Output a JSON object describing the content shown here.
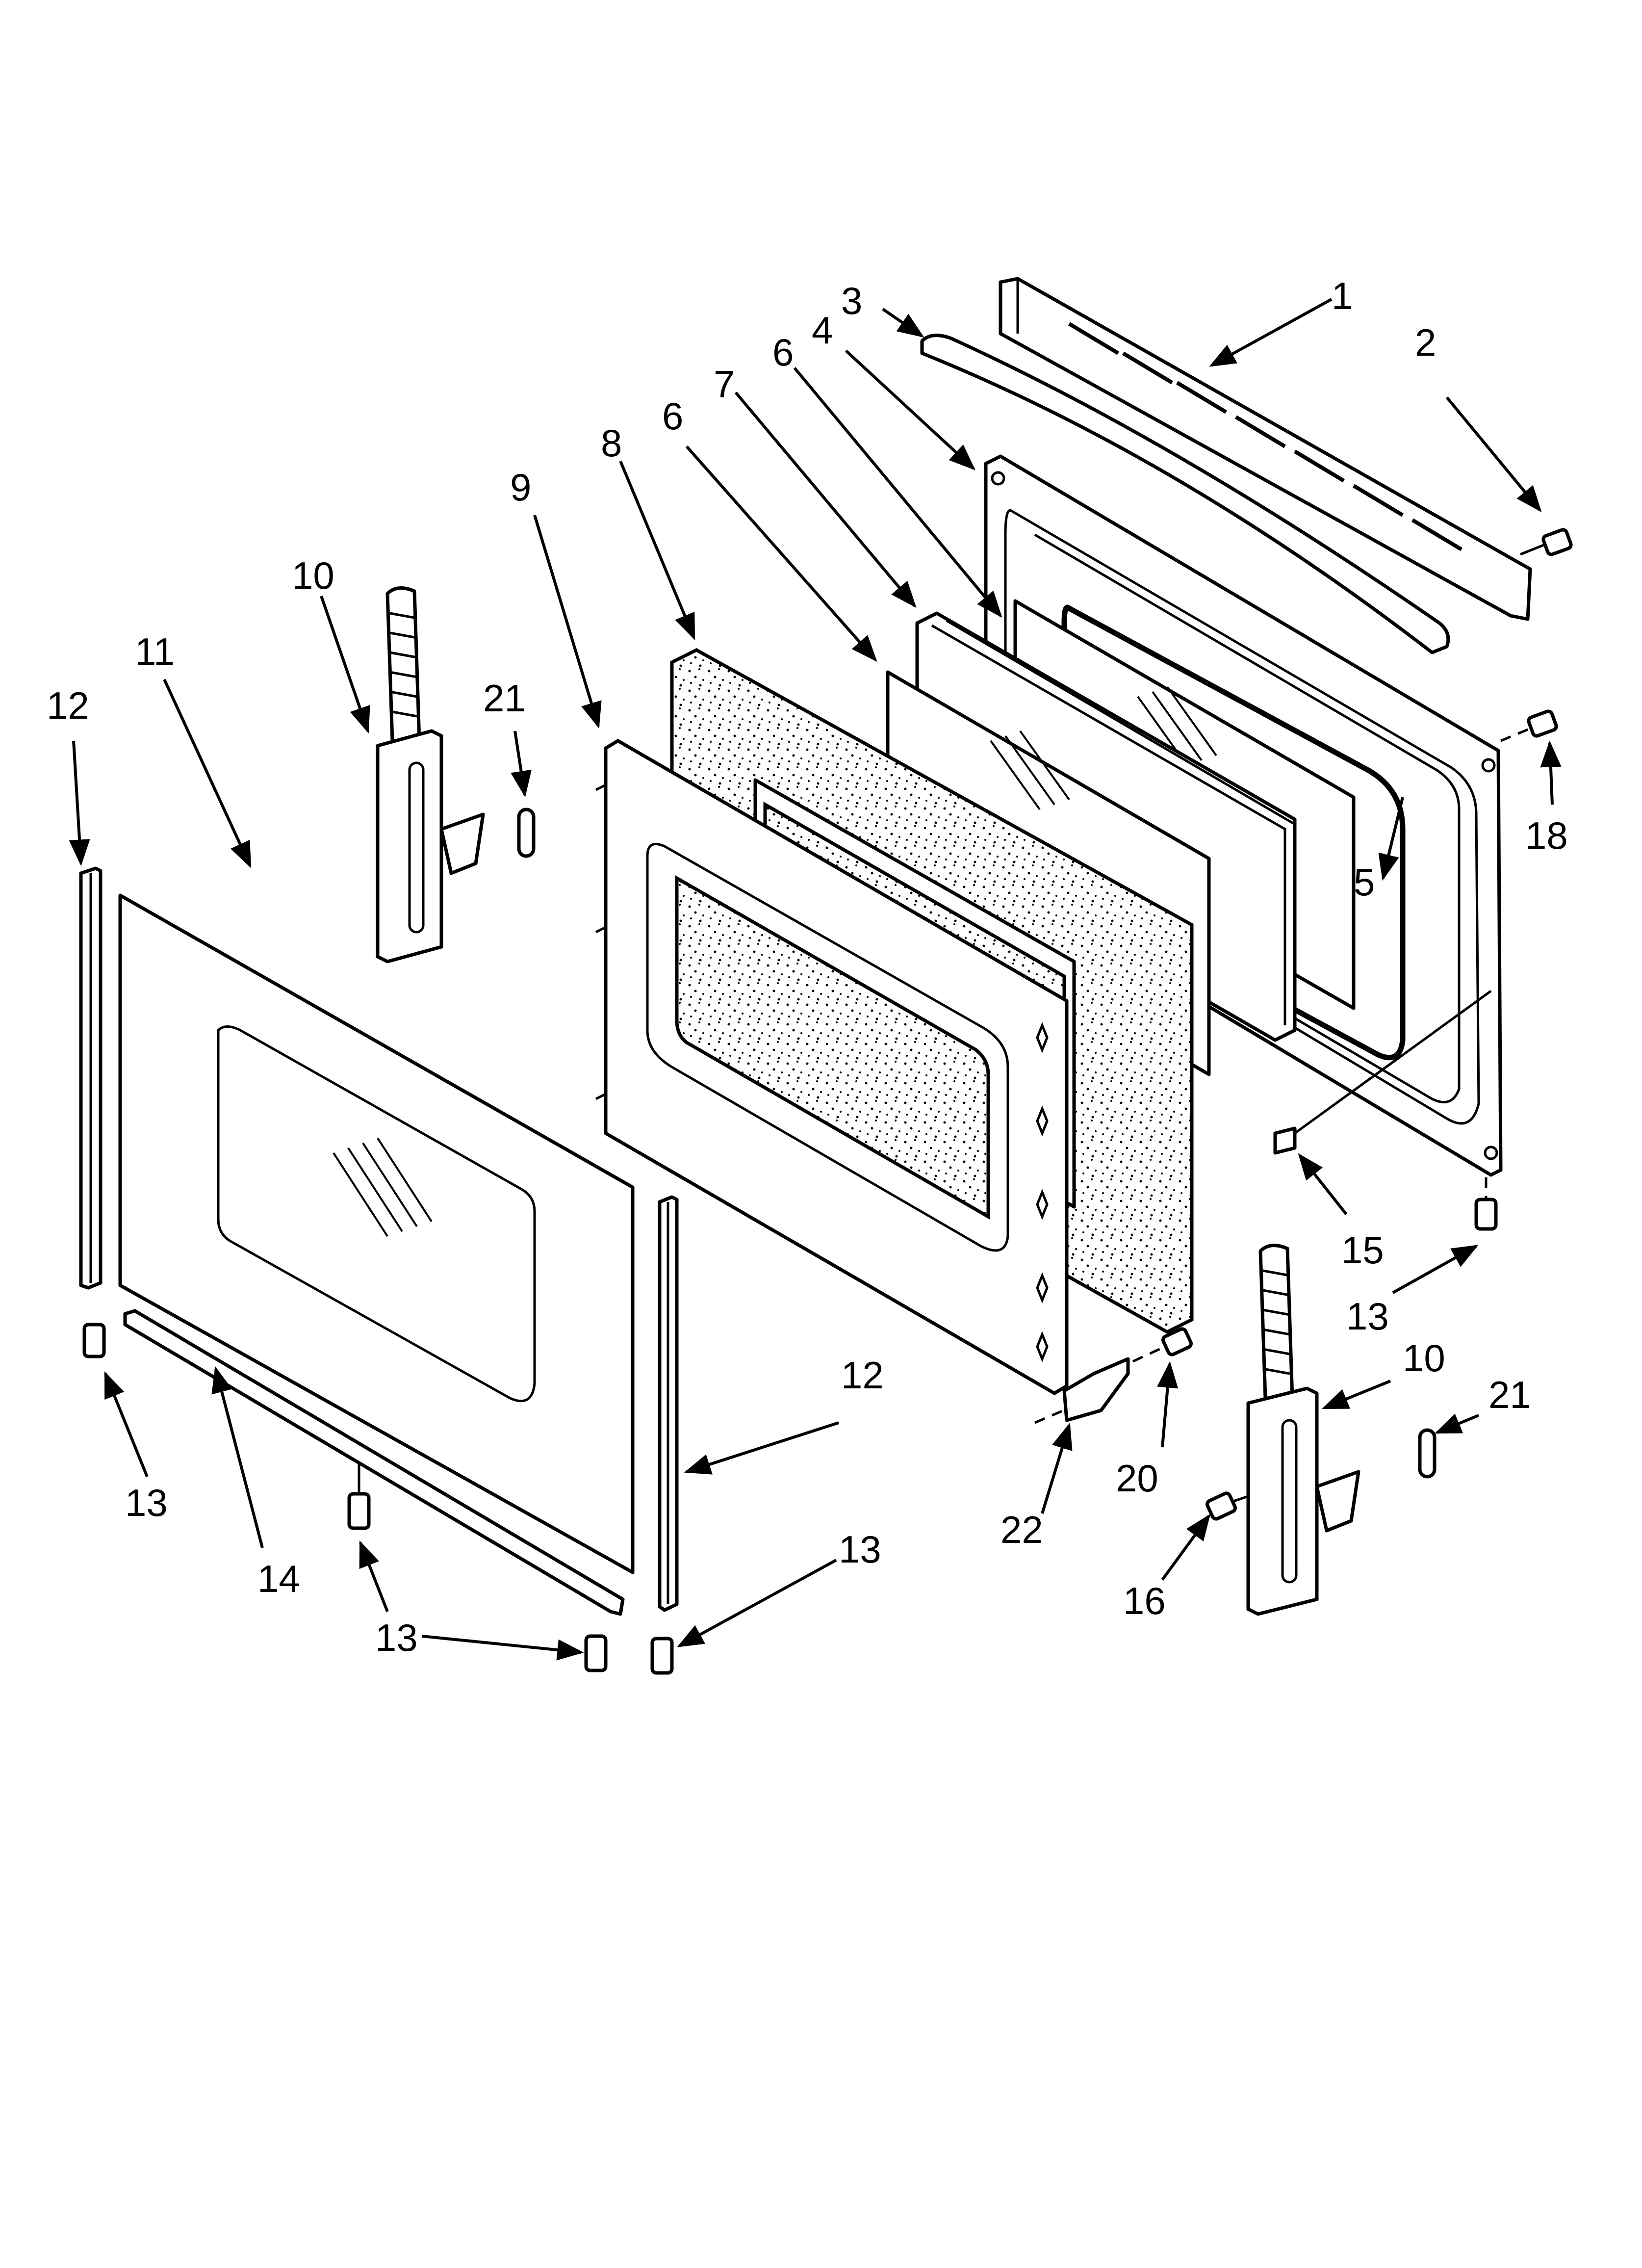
{
  "callouts": [
    {
      "id": "c1",
      "label": "1"
    },
    {
      "id": "c2",
      "label": "2"
    },
    {
      "id": "c3",
      "label": "3"
    },
    {
      "id": "c4",
      "label": "4"
    },
    {
      "id": "c5",
      "label": "5"
    },
    {
      "id": "c6a",
      "label": "6"
    },
    {
      "id": "c6b",
      "label": "6"
    },
    {
      "id": "c7",
      "label": "7"
    },
    {
      "id": "c8",
      "label": "8"
    },
    {
      "id": "c9",
      "label": "9"
    },
    {
      "id": "c10a",
      "label": "10"
    },
    {
      "id": "c10b",
      "label": "10"
    },
    {
      "id": "c11",
      "label": "11"
    },
    {
      "id": "c12a",
      "label": "12"
    },
    {
      "id": "c12b",
      "label": "12"
    },
    {
      "id": "c13a",
      "label": "13"
    },
    {
      "id": "c13b",
      "label": "13"
    },
    {
      "id": "c13c",
      "label": "13"
    },
    {
      "id": "c13d",
      "label": "13"
    },
    {
      "id": "c13e",
      "label": "13"
    },
    {
      "id": "c14",
      "label": "14"
    },
    {
      "id": "c15",
      "label": "15"
    },
    {
      "id": "c16",
      "label": "16"
    },
    {
      "id": "c18",
      "label": "18"
    },
    {
      "id": "c20",
      "label": "20"
    },
    {
      "id": "c21a",
      "label": "21"
    },
    {
      "id": "c21b",
      "label": "21"
    },
    {
      "id": "c22",
      "label": "22"
    }
  ]
}
